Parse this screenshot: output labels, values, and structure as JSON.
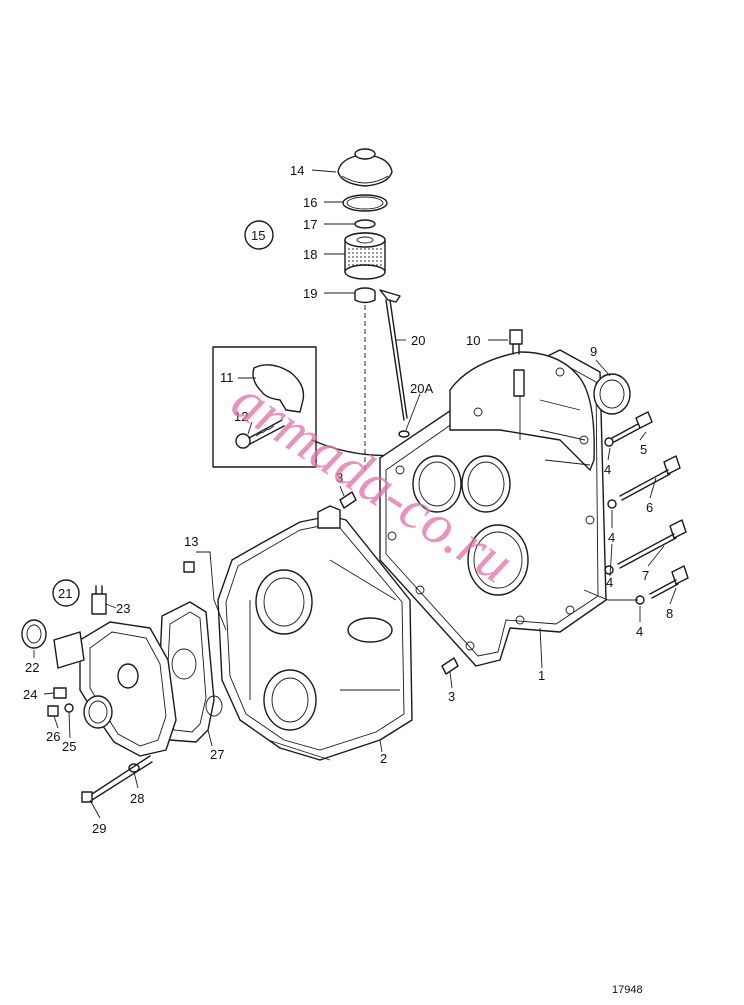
{
  "callouts": {
    "c1": "1",
    "c2": "2",
    "c3a": "3",
    "c3b": "3",
    "c4a": "4",
    "c4b": "4",
    "c4c": "4",
    "c4d": "4",
    "c5": "5",
    "c6": "6",
    "c7": "7",
    "c8": "8",
    "c9": "9",
    "c10": "10",
    "c11": "11",
    "c12": "12",
    "c13": "13",
    "c14": "14",
    "c15": "15",
    "c16": "16",
    "c17": "17",
    "c18": "18",
    "c19": "19",
    "c20": "20",
    "c20a": "20A",
    "c21": "21",
    "c22": "22",
    "c23": "23",
    "c24": "24",
    "c25": "25",
    "c26": "26",
    "c27": "27",
    "c28": "28",
    "c29": "29"
  },
  "watermark": "armada-co.ru",
  "drawing_code": "17948"
}
